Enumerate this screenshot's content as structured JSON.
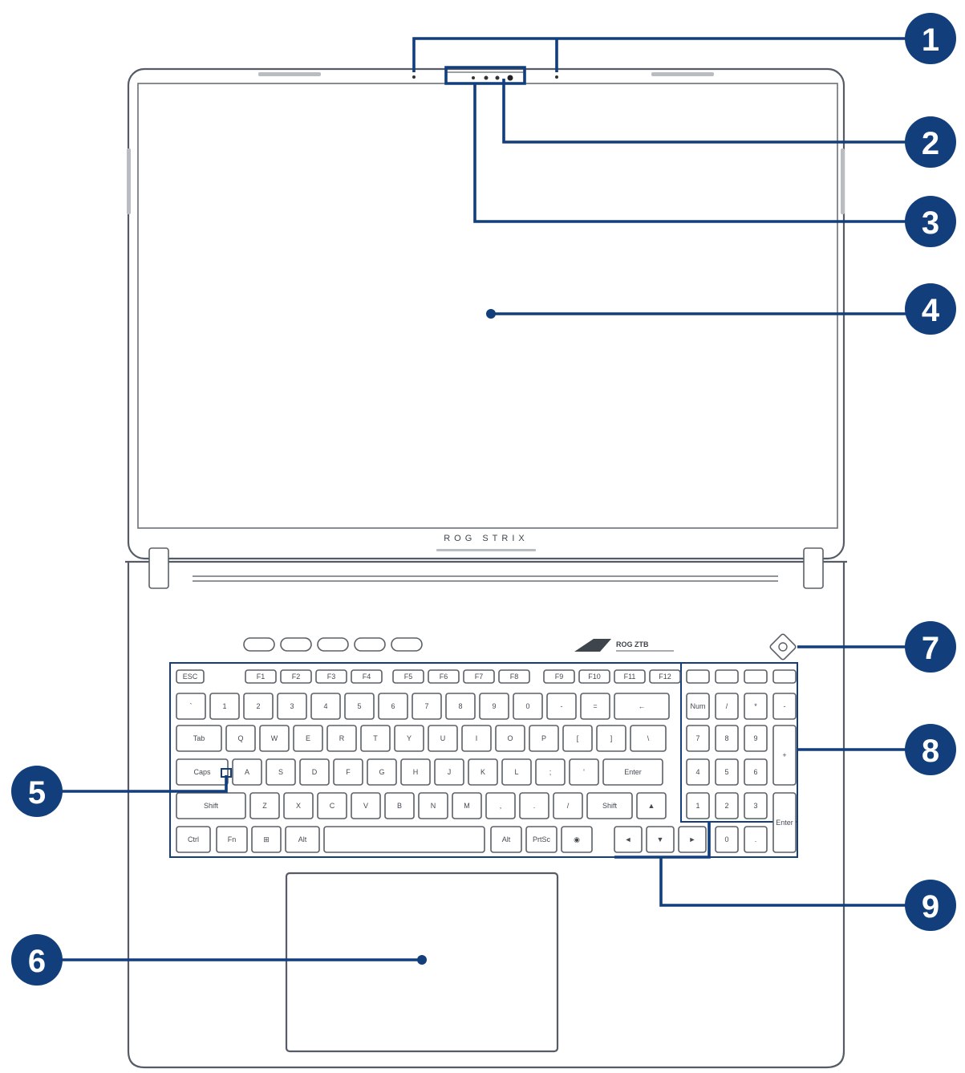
{
  "brand_text": "ROG STRIX",
  "logo_text": "ROG ZTB",
  "callout_numbers": [
    "1",
    "2",
    "3",
    "4",
    "5",
    "6",
    "7",
    "8",
    "9"
  ],
  "colors": {
    "callout": "#123f7c",
    "outline": "#555c66",
    "background": "#ffffff"
  },
  "keyboard": {
    "fn_keys": [
      "ESC",
      "F1",
      "F2",
      "F3",
      "F4",
      "F5",
      "F6",
      "F7",
      "F8",
      "F9",
      "F10",
      "F11",
      "F12"
    ],
    "num_row": [
      "`",
      "1",
      "2",
      "3",
      "4",
      "5",
      "6",
      "7",
      "8",
      "9",
      "0",
      "-",
      "=",
      "←"
    ],
    "qwerty_row": [
      "Tab",
      "Q",
      "W",
      "E",
      "R",
      "T",
      "Y",
      "U",
      "I",
      "O",
      "P",
      "[",
      "]",
      "\\"
    ],
    "home_row": [
      "Caps",
      "A",
      "S",
      "D",
      "F",
      "G",
      "H",
      "J",
      "K",
      "L",
      ";",
      "'",
      "Enter"
    ],
    "shift_row": [
      "Shift",
      "Z",
      "X",
      "C",
      "V",
      "B",
      "N",
      "M",
      ",",
      ".",
      "/",
      "Shift",
      "▲"
    ],
    "bottom_row": [
      "Ctrl",
      "Fn",
      "⊞",
      "Alt",
      "",
      "Alt",
      "PrtSc",
      "◉",
      "◄",
      "▼",
      "►"
    ],
    "numpad": [
      "Num",
      "/",
      "*",
      "-",
      "7",
      "8",
      "9",
      "+",
      "4",
      "5",
      "6",
      "1",
      "2",
      "3",
      "Enter",
      "0",
      "."
    ]
  }
}
